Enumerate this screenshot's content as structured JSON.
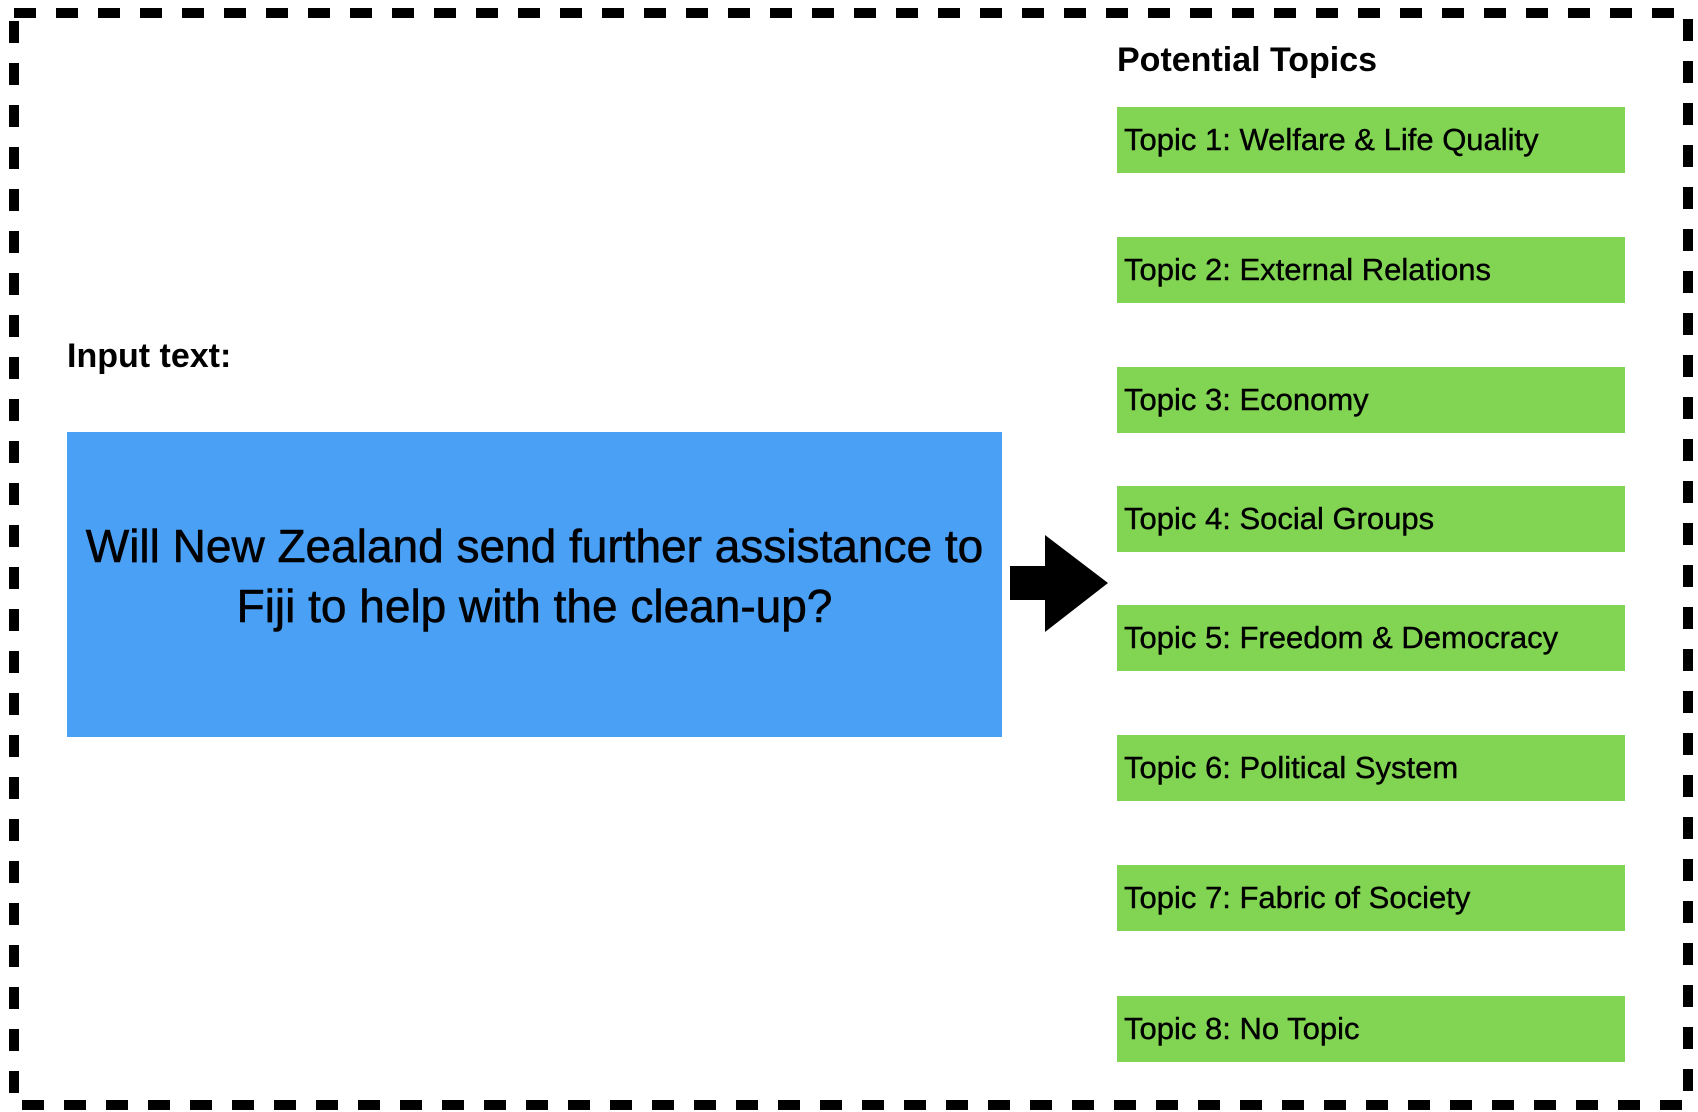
{
  "input": {
    "label": "Input text:",
    "text": "Will New Zealand send further assistance to Fiji to help with the clean-up?"
  },
  "topics": {
    "title": "Potential Topics",
    "items": [
      {
        "label": "Topic 1: Welfare & Life Quality"
      },
      {
        "label": "Topic 2: External Relations"
      },
      {
        "label": "Topic 3: Economy"
      },
      {
        "label": "Topic 4: Social Groups"
      },
      {
        "label": "Topic 5: Freedom & Democracy"
      },
      {
        "label": "Topic 6: Political System"
      },
      {
        "label": "Topic 7: Fabric of Society"
      },
      {
        "label": "Topic 8: No Topic"
      }
    ]
  },
  "colors": {
    "input_box": "#4aa0f5",
    "topic_box": "#82d552",
    "border": "#000000",
    "arrow": "#000000"
  }
}
